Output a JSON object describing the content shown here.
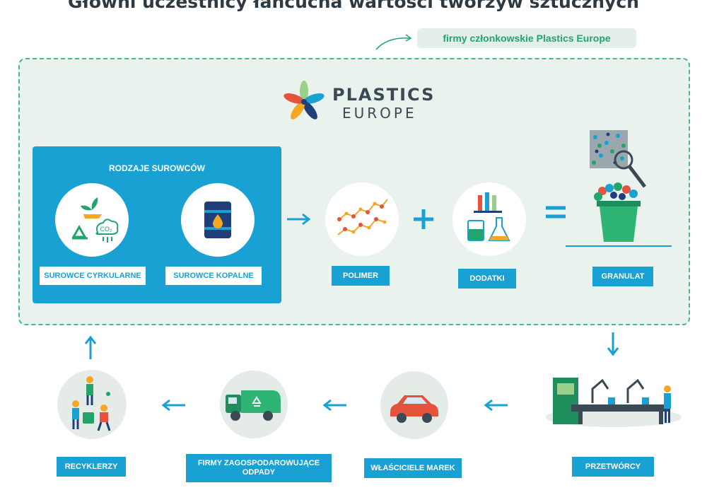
{
  "title": "Główni uczestnicy łańcucha wartości tworzyw sztucznych",
  "member_note": "firmy członkowskie Plastics Europe",
  "logo": {
    "line1": "PLASTICS",
    "line2": "EUROPE",
    "icon": "star-logo-icon"
  },
  "raw_materials": {
    "title": "RODZAJE SUROWCÓW",
    "circular_label": "SUROWCE CYRKULARNE",
    "fossil_label": "SUROWCE KOPALNE",
    "co2_text": "CO₂"
  },
  "stages": {
    "polymer": "POLIMER",
    "additives": "DODATKI",
    "granulate": "GRANULAT",
    "processors": "PRZETWÓRCY",
    "brand_owners": "WŁAŚCICIELE MAREK",
    "waste_companies": "FIRMY ZAGOSPODAROWUJĄCE ODPADY",
    "recyclers": "RECYKLERZY"
  },
  "colors": {
    "blue": "#1aa1d4",
    "green": "#22a46b",
    "box_bg": "#eaf2ee"
  }
}
